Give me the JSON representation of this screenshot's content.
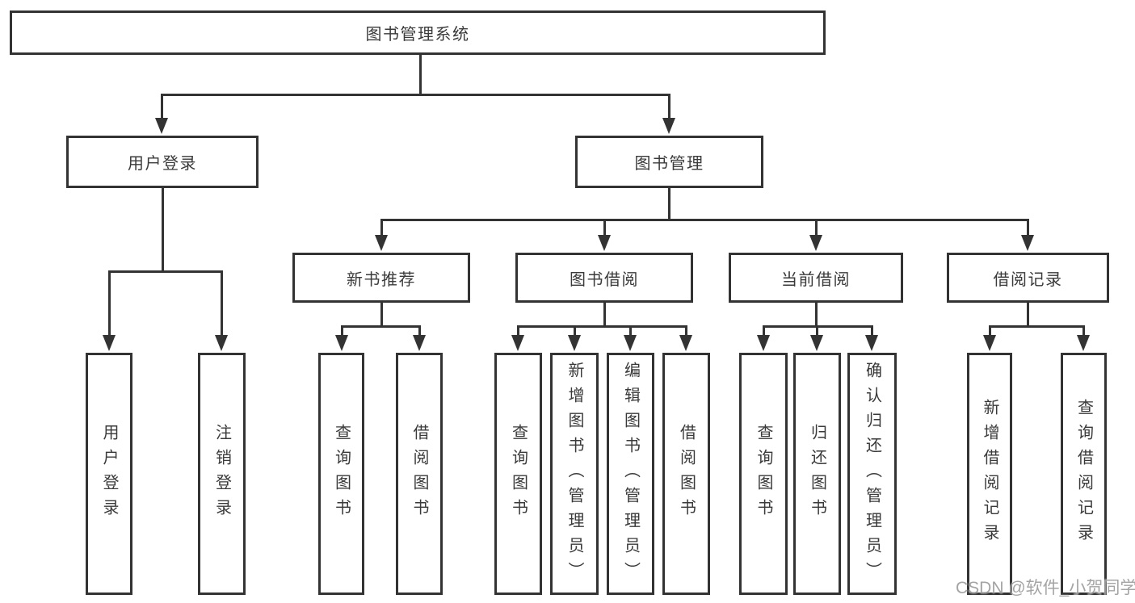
{
  "tree": {
    "root": {
      "label": "图书管理系统"
    },
    "branches": [
      {
        "label": "用户登录",
        "leaves": [
          {
            "label": "用户登录"
          },
          {
            "label": "注销登录"
          }
        ]
      },
      {
        "label": "图书管理",
        "groups": [
          {
            "label": "新书推荐",
            "leaves": [
              {
                "label": "查询图书"
              },
              {
                "label": "借阅图书"
              }
            ]
          },
          {
            "label": "图书借阅",
            "leaves": [
              {
                "label": "查询图书"
              },
              {
                "label": "新增图书（管理员）"
              },
              {
                "label": "编辑图书（管理员）"
              },
              {
                "label": "借阅图书"
              }
            ]
          },
          {
            "label": "当前借阅",
            "leaves": [
              {
                "label": "查询图书"
              },
              {
                "label": "归还图书"
              },
              {
                "label": "确认归还（管理员）"
              }
            ]
          },
          {
            "label": "借阅记录",
            "leaves": [
              {
                "label": "新增借阅记录"
              },
              {
                "label": "查询借阅记录"
              }
            ]
          }
        ]
      }
    ]
  },
  "watermark": {
    "text": "CSDN @软件_小贺同学"
  },
  "colors": {
    "line": "#333333",
    "text": "#3a3a3a",
    "box_fill": "#ffffff",
    "watermark": "#949494",
    "background": "#ffffff"
  }
}
